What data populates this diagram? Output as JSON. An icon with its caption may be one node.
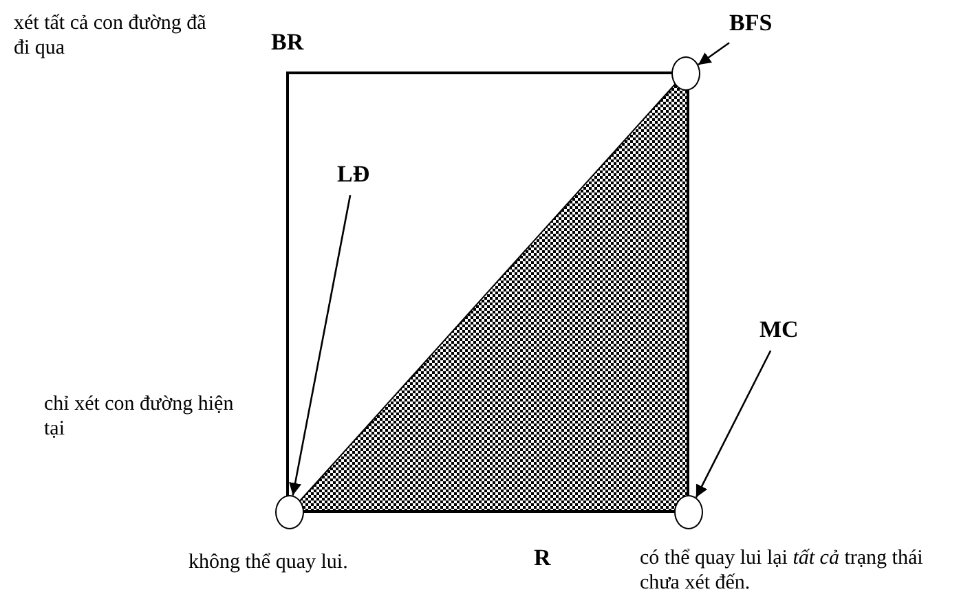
{
  "diagram": {
    "nodes": [
      {
        "text": [
          "BFS"
        ]
      },
      {
        "text": [
          "LĐ"
        ]
      },
      {
        "text": [
          "MC"
        ]
      },
      {
        "text": [],
        "shape": "circle"
      },
      {
        "text": [],
        "shape": "circle"
      },
      {
        "text": [],
        "shape": "circle"
      }
    ],
    "edges": [
      {
        "from": 0,
        "to": 3,
        "arrow": "to"
      },
      {
        "from": 1,
        "to": 4,
        "arrow": "to"
      },
      {
        "from": 2,
        "to": 5,
        "arrow": "to"
      }
    ],
    "labels": [
      "BR",
      "xét tất cả con đường đã đi qua",
      "chỉ xét con đường hiện tại",
      "không thể quay lui.",
      "R",
      "có thể quay lui lại *tất cả* trạng thái chưa xét đến."
    ]
  }
}
